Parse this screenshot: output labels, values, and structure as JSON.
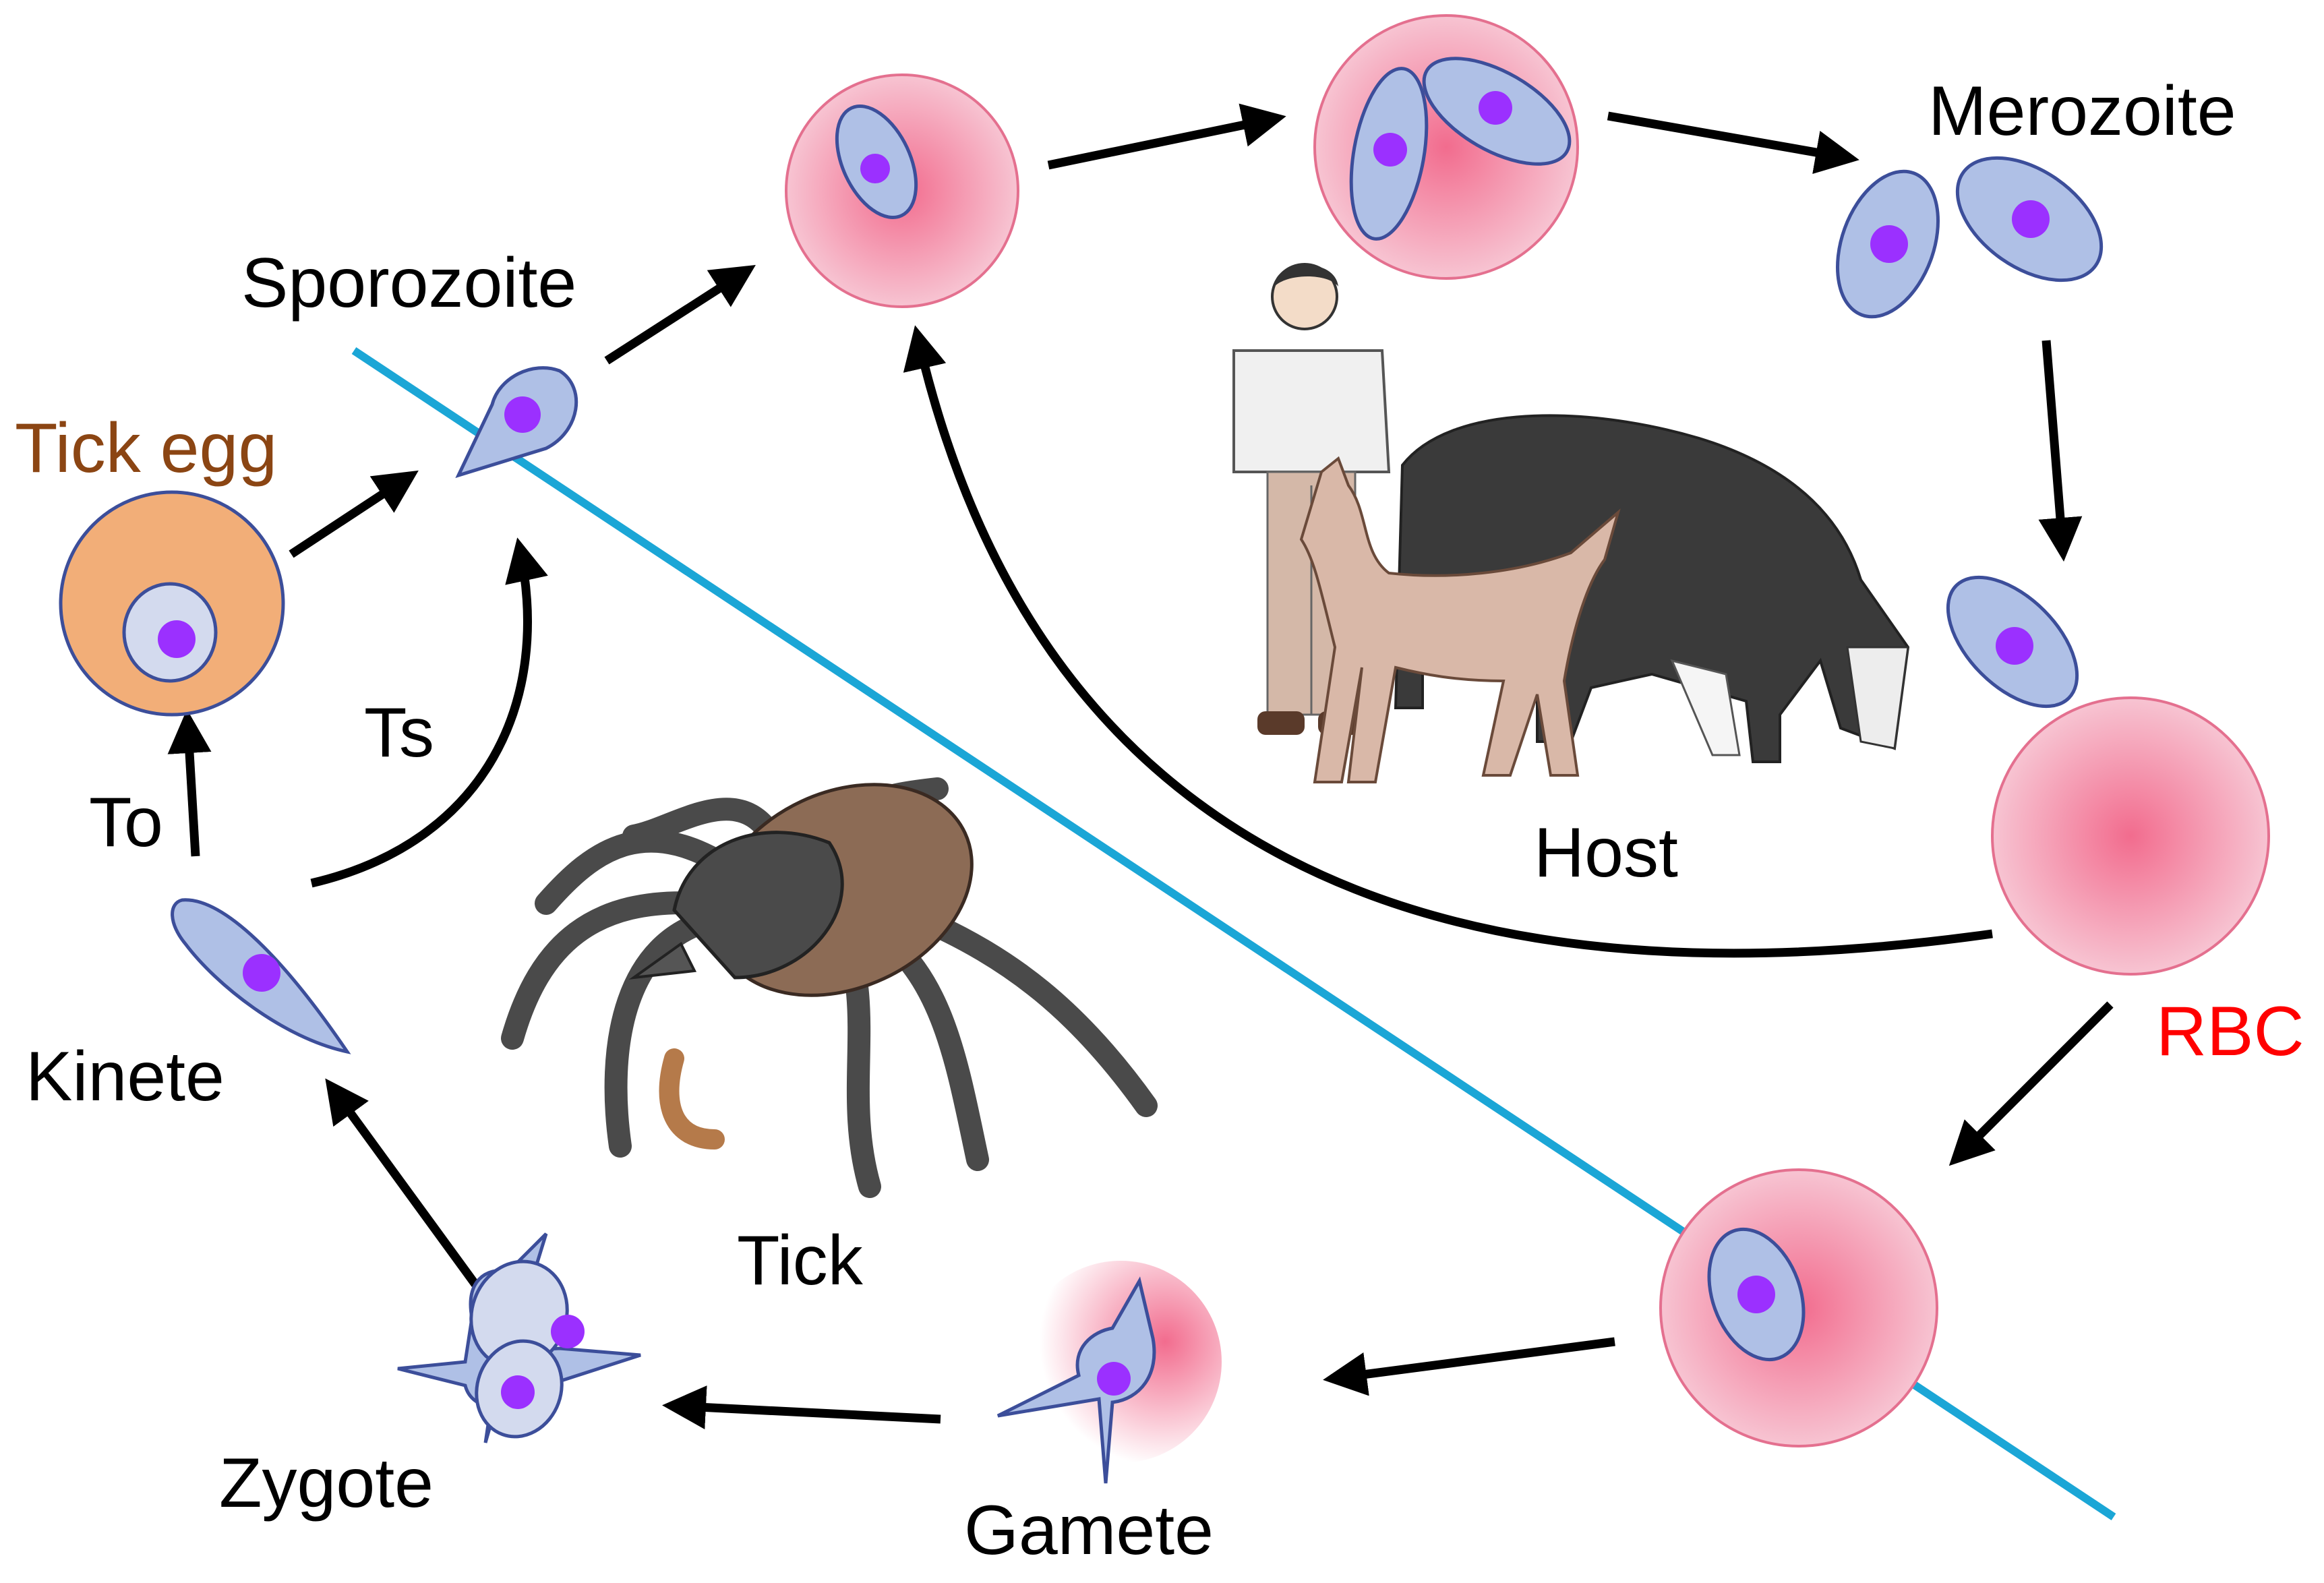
{
  "labels": {
    "sporozoite": "Sporozoite",
    "tick_egg": "Tick egg",
    "merozoite": "Merozoite",
    "host": "Host",
    "rbc": "RBC",
    "tick": "Tick",
    "kinete": "Kinete",
    "zygote": "Zygote",
    "gamete": "Gamete",
    "to": "To",
    "ts": "Ts"
  },
  "colors": {
    "tick_egg_label": "#8B4513",
    "rbc_label": "#FF0000",
    "rbc_fill": "#F7B3C6",
    "rbc_center": "#F26C8E",
    "rbc_edge": "#E4708F",
    "parasite_fill": "#AFC0E6",
    "parasite_edge": "#3C4E9A",
    "nucleus": "#9B30FF",
    "egg_fill": "#F2AE78",
    "divider_line": "#1BA6D6",
    "arrow": "#000000"
  },
  "icons": {
    "host": [
      "human-icon",
      "dog-icon",
      "cow-icon"
    ],
    "vector": "tick-icon"
  }
}
